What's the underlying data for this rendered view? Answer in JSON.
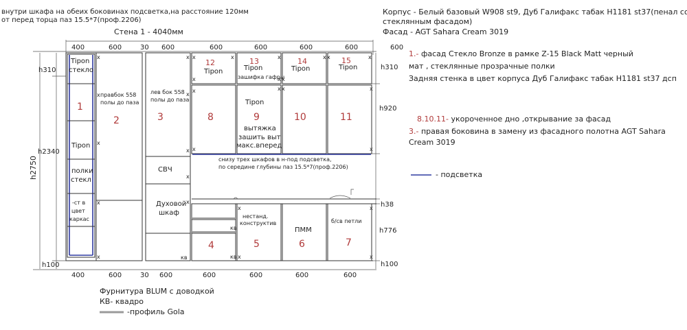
{
  "notes": {
    "top_left_line1": "внутри шкафа на обеих боковинах подсветка,на расстояние 120мм",
    "top_left_line2": "от перед торца паз 15.5*7(проф.2206)",
    "wall_title": "Стена  1 -  4040мм",
    "korpus_line1": "Корпус - Белый базовый  W908 st9, Дуб Галифакс табак H1181 st37(пенал со",
    "korpus_line2": "стеклянным фасадом)",
    "facade": "Фасад -  AGT Sahara Cream 3019",
    "note1_prefix": "1.-",
    "note1_line1": " фасад Стекло    Bronze в рамке Z-15 Black Matt черный",
    "note1_line2": "мат , стеклянные прозрачные полки",
    "back_wall": "Задняя стенка в цвет корпуса Дуб Галифакс табак H1181 st37 дсп",
    "note8_prefix": "8.10.11-",
    "note8_text": " укороченное дно ,открывание за фасад",
    "note3_prefix": "3.-",
    "note3_line1": " правая боковина в замену из фасадного полотна AGT Sahara",
    "note3_line2": "Cream 3019",
    "legend_led": "- подсветка",
    "hardware": "Фурнитура BLUM с доводкой",
    "kv": "КВ- квадро",
    "gola": "-профиль Gola"
  },
  "dims_top": [
    "400",
    "600",
    "30",
    "600",
    "600",
    "600",
    "600",
    "600",
    "600"
  ],
  "dims_bottom": [
    "400",
    "600",
    "30",
    "600",
    "600",
    "600",
    "600",
    "600"
  ],
  "heights_left": {
    "h310": "h310",
    "h2340": "h2340",
    "h2750": "h2750",
    "h100": "h100"
  },
  "heights_right": {
    "h310": "h310",
    "h920": "h920",
    "h38": "h38",
    "h776": "h776",
    "h100": "h100"
  },
  "modules": {
    "n1": "1",
    "n2": "2",
    "n3": "3",
    "n4": "4",
    "n5": "5",
    "n6": "6",
    "n7": "7",
    "n8": "8",
    "n9": "9",
    "n10": "10",
    "n11": "11",
    "n12": "12",
    "n13": "13",
    "n14": "14",
    "n15": "15"
  },
  "labels": {
    "tipon": "Tipon",
    "steklo": "стекло",
    "polki": "полки",
    "steklo2": "стекл",
    "ct_v": "-ст в",
    "cvet": "цвет",
    "karkasa": "каркас",
    "pravbok_1": "правбок 558",
    "pravbok_2": "полы до паза",
    "levbok_1": "лев бок 558",
    "levbok_2": "полы до паза",
    "svch": "СВЧ",
    "oven_1": "Духовой",
    "oven_2": "шкаф",
    "kv": "кв",
    "zashifka": "зашифка гафры",
    "vytyazhka": "вытяжка",
    "zashit_1": "зашить выт",
    "zashit_2": "макс.вперед",
    "bottom_note_1": "снизу трех шкафов в н-под подсветка,",
    "bottom_note_2": "по середине глубины паз 15.5*7(проф.2206)",
    "nestand_1": "нестанд.",
    "nestand_2": "конструктив",
    "pmm": "ПММ",
    "bsv_1": "б/св петли"
  },
  "colors": {
    "module_number": "#b03a3a",
    "led": "#2f3aa0",
    "gola": "#9a9a9a"
  }
}
